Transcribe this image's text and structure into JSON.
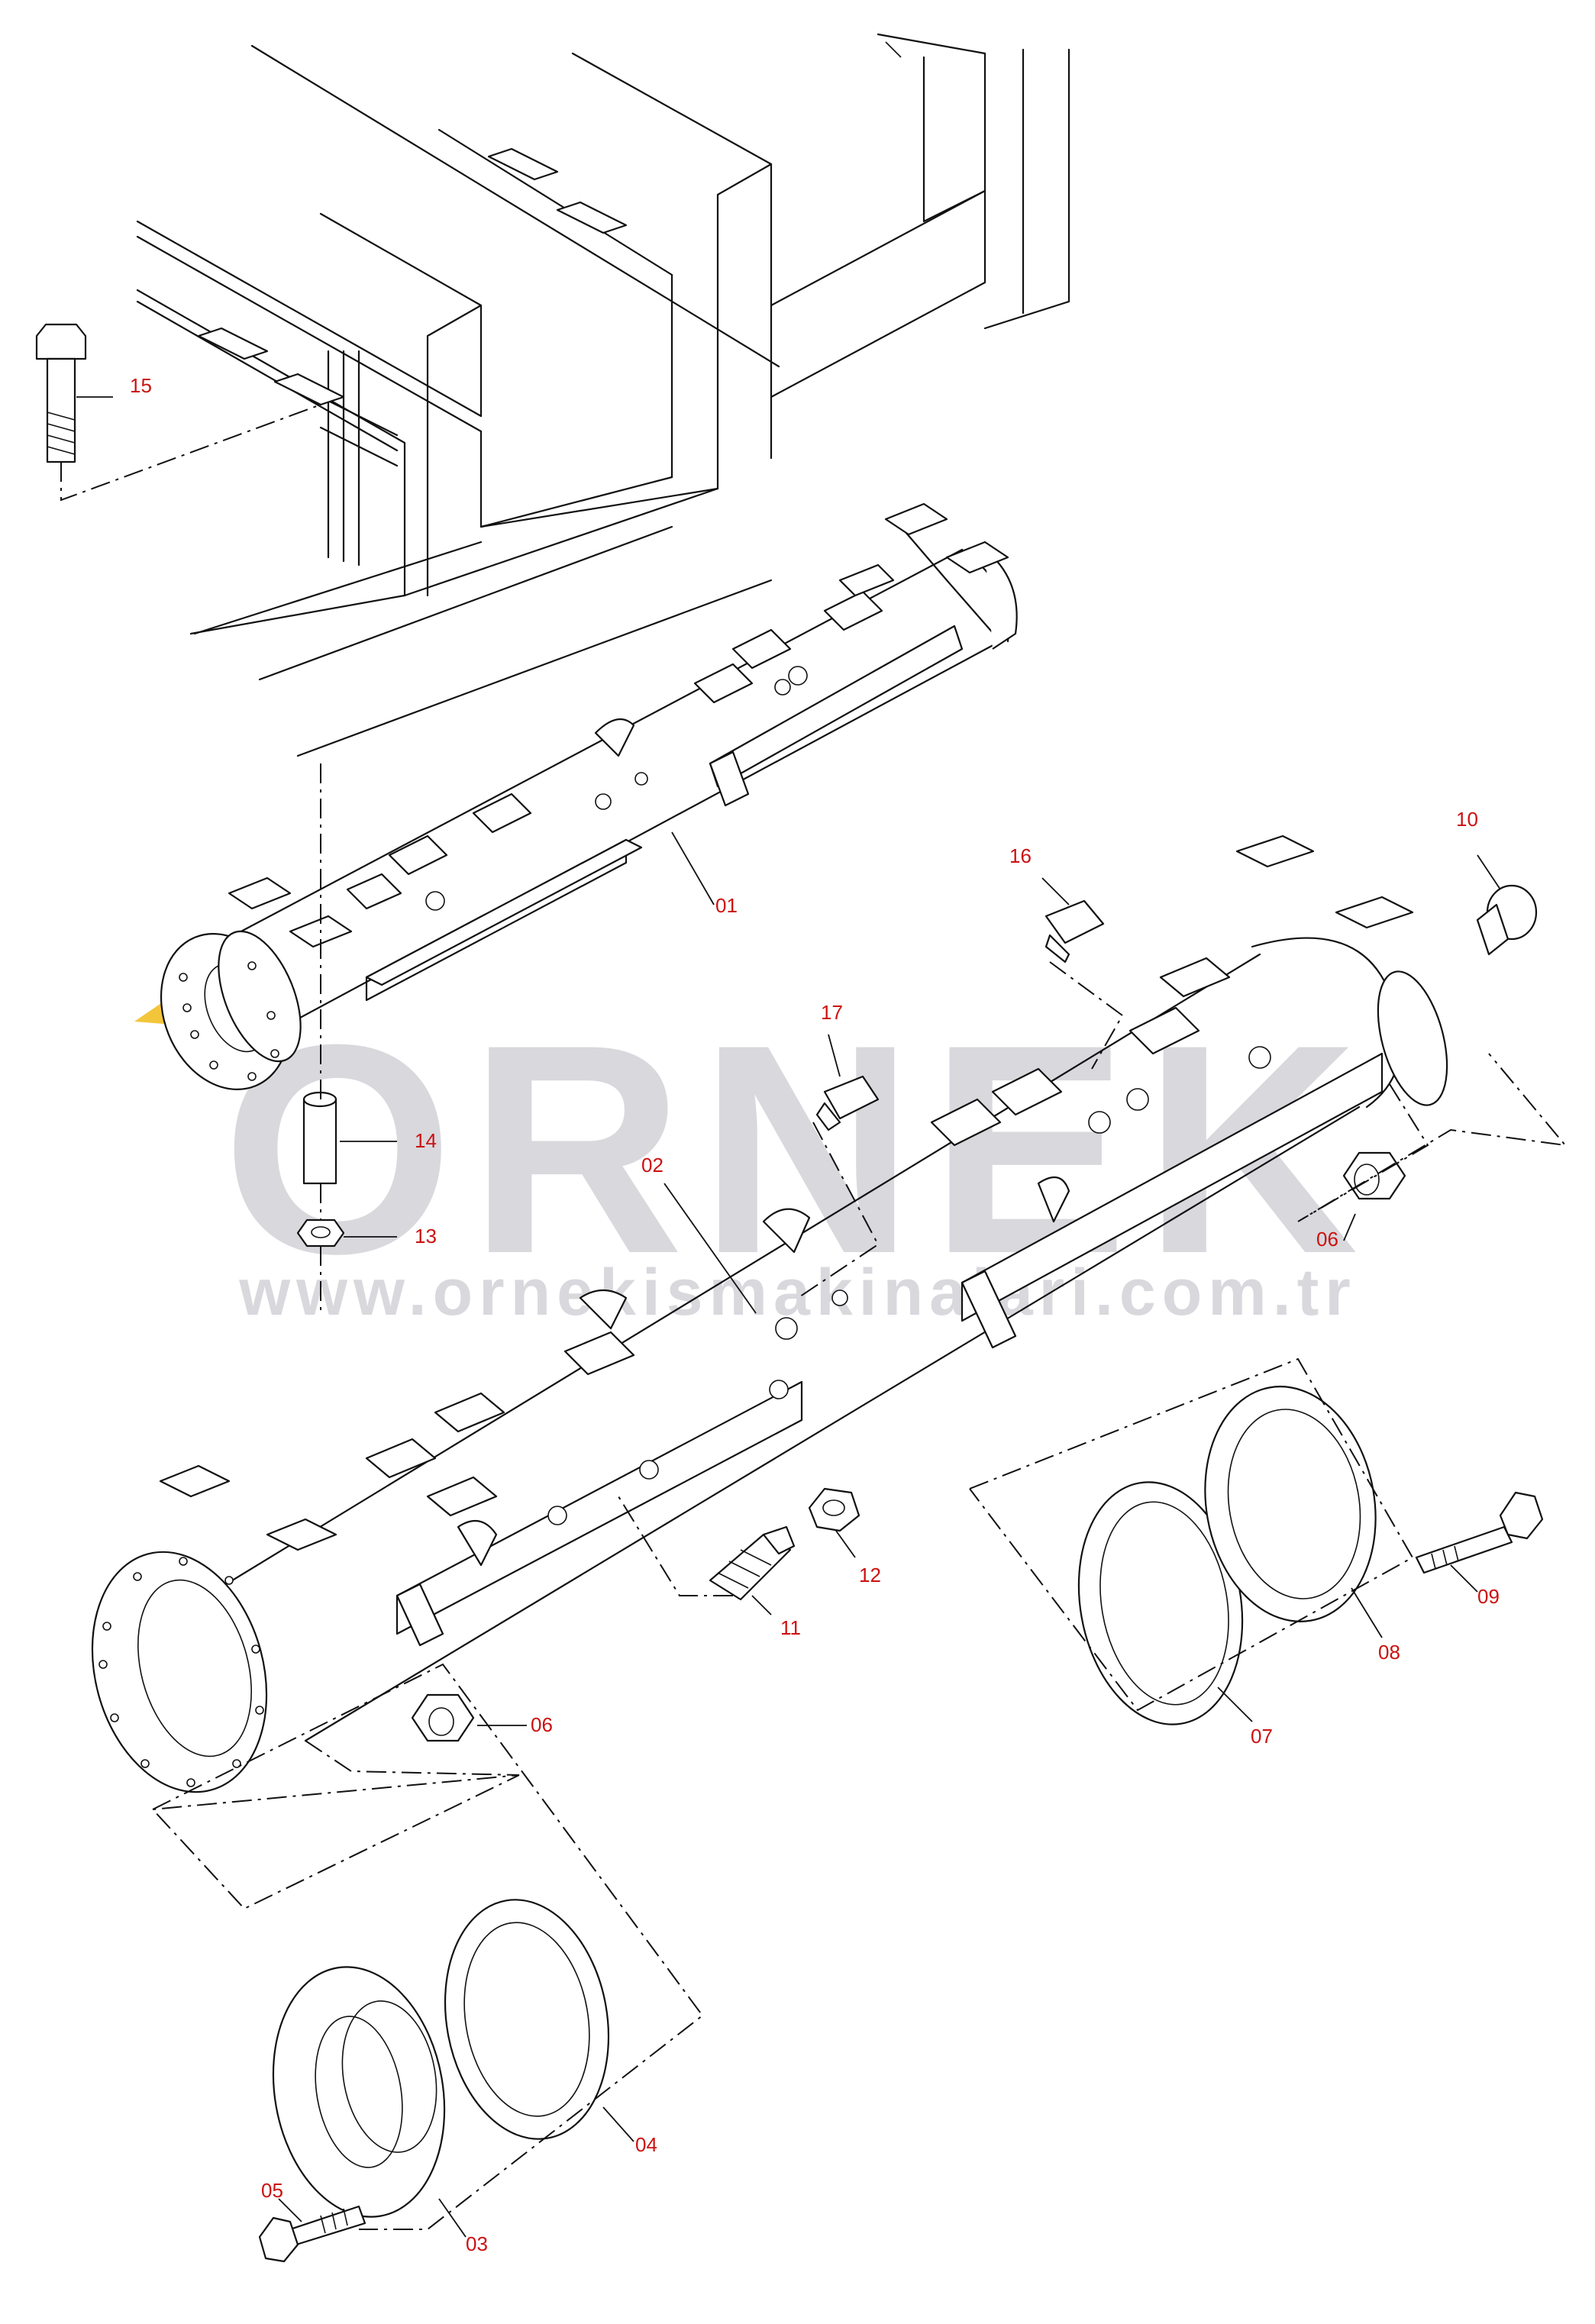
{
  "watermark": {
    "brand": "ORNEK",
    "url": "www.ornekismakinalari.com.tr",
    "colors": {
      "brand": "#d6d6dc",
      "accent": "#f2c230"
    }
  },
  "label_color": "#cc1111",
  "callouts": [
    {
      "id": "01",
      "label": "01"
    },
    {
      "id": "02",
      "label": "02"
    },
    {
      "id": "03",
      "label": "03"
    },
    {
      "id": "04",
      "label": "04"
    },
    {
      "id": "05",
      "label": "05"
    },
    {
      "id": "06a",
      "label": "06"
    },
    {
      "id": "06b",
      "label": "06"
    },
    {
      "id": "07",
      "label": "07"
    },
    {
      "id": "08",
      "label": "08"
    },
    {
      "id": "09",
      "label": "09"
    },
    {
      "id": "10",
      "label": "10"
    },
    {
      "id": "11",
      "label": "11"
    },
    {
      "id": "12",
      "label": "12"
    },
    {
      "id": "13",
      "label": "13"
    },
    {
      "id": "14",
      "label": "14"
    },
    {
      "id": "15",
      "label": "15"
    },
    {
      "id": "16",
      "label": "16"
    },
    {
      "id": "17",
      "label": "17"
    }
  ]
}
